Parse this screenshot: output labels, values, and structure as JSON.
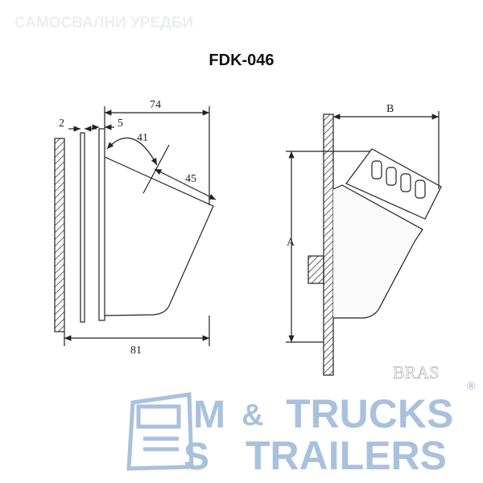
{
  "watermark": "САМОСВАЛНИ УРЕДБИ",
  "title": "FDK-046",
  "dimensions": {
    "left": {
      "plate_thickness": "2",
      "gap": "5",
      "depth_top": "74",
      "angle": "41",
      "diagonal": "45",
      "depth_bottom": "81"
    },
    "right": {
      "width": "B",
      "height": "A"
    }
  },
  "logo": {
    "m": "M",
    "s": "S",
    "trucks": "TRUCKS",
    "amp": "&",
    "trailers": "TRAILERS",
    "registered": "®",
    "corner_mark": "BRAS"
  },
  "colors": {
    "logo": "#a9c1dc",
    "line": "#222222"
  }
}
